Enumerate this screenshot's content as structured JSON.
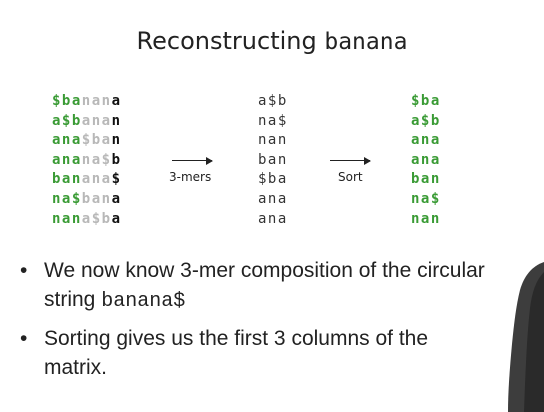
{
  "slide": {
    "title_text": "Reconstructing ",
    "title_word": "banana",
    "cyclic_rotations": [
      [
        {
          "t": "$ba",
          "c": "g"
        },
        {
          "t": "nan",
          "c": "l"
        },
        {
          "t": "a",
          "c": "k"
        }
      ],
      [
        {
          "t": "a$b",
          "c": "g"
        },
        {
          "t": "ana",
          "c": "l"
        },
        {
          "t": "n",
          "c": "k"
        }
      ],
      [
        {
          "t": "ana",
          "c": "g"
        },
        {
          "t": "$ba",
          "c": "l"
        },
        {
          "t": "n",
          "c": "k"
        }
      ],
      [
        {
          "t": "ana",
          "c": "g"
        },
        {
          "t": "na$",
          "c": "l"
        },
        {
          "t": "b",
          "c": "k"
        }
      ],
      [
        {
          "t": "ban",
          "c": "g"
        },
        {
          "t": "ana",
          "c": "l"
        },
        {
          "t": "$",
          "c": "k"
        }
      ],
      [
        {
          "t": "na$",
          "c": "g"
        },
        {
          "t": "ban",
          "c": "l"
        },
        {
          "t": "a",
          "c": "k"
        }
      ],
      [
        {
          "t": "nan",
          "c": "g"
        },
        {
          "t": "a$b",
          "c": "l"
        },
        {
          "t": "a",
          "c": "k"
        }
      ]
    ],
    "three_mers": [
      "a$b",
      "na$",
      "nan",
      "ban",
      "$ba",
      "ana",
      "ana"
    ],
    "sorted_three_mers": [
      "$ba",
      "a$b",
      "ana",
      "ana",
      "ban",
      "na$",
      "nan"
    ],
    "arrow1_label": "3-mers",
    "arrow2_label": "Sort",
    "bullet1_text": "We now know 3-mer composition of the circular string ",
    "bullet1_mono": "banana$",
    "bullet2_text": "Sorting gives us the first 3 columns of the matrix.",
    "bullet_symbol": "•",
    "colors": {
      "green": "#3a9b35",
      "light_gray": "#b8b8b8",
      "dark": "#111111"
    }
  }
}
